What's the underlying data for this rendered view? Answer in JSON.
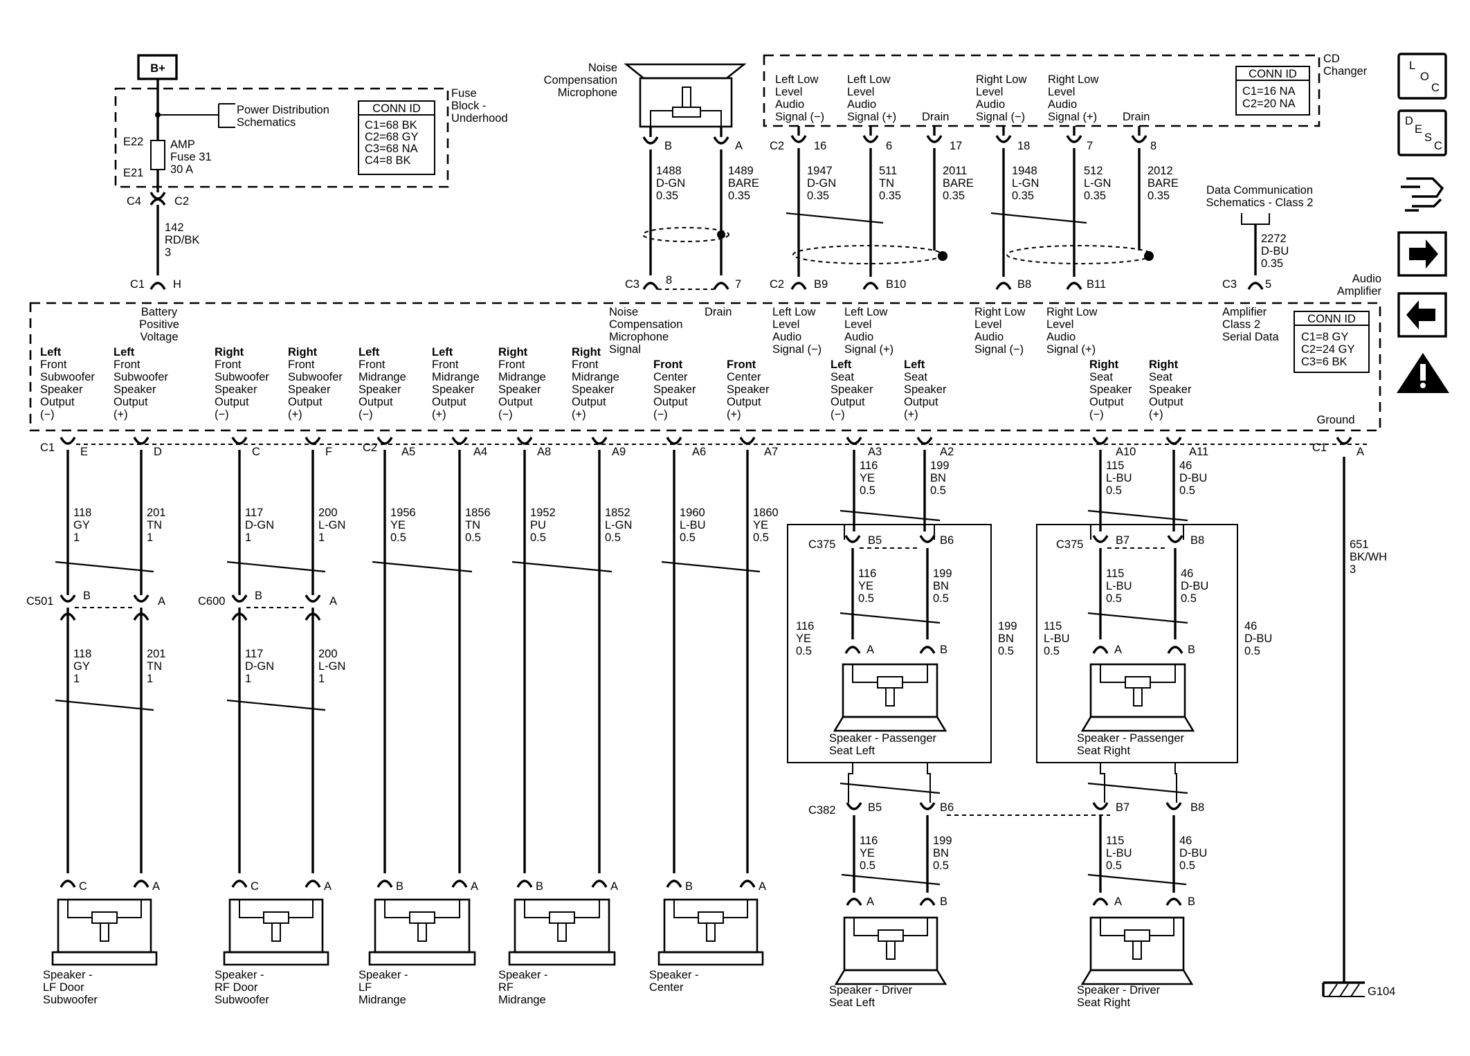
{
  "labels": {
    "bplus": "B+",
    "fuse_block": [
      "Fuse",
      "Block -",
      "Underhood"
    ],
    "power_dist": [
      "Power Distribution",
      "Schematics"
    ],
    "fuse_e22": "E22",
    "fuse_e21": "E21",
    "fuse_label": [
      "AMP",
      "Fuse 31",
      "30 A"
    ],
    "fuse_conn": {
      "title": "CONN ID",
      "lines": [
        "C1=68 BK",
        "C2=68 GY",
        "C3=68 NA",
        "C4=8 BK"
      ]
    },
    "c4": "C4",
    "c2": "C2",
    "wire142": [
      "142",
      "RD/BK",
      "3"
    ],
    "c1": "C1",
    "h": "H",
    "noise_mic": [
      "Noise",
      "Compensation",
      "Microphone"
    ],
    "mic_b": "B",
    "mic_a": "A",
    "w1488": [
      "1488",
      "D-GN",
      "0.35"
    ],
    "w1489": [
      "1489",
      "BARE",
      "0.35"
    ],
    "cd_changer": [
      "CD",
      "Changer"
    ],
    "cd_conn": {
      "title": "CONN ID",
      "lines": [
        "C1=16 NA",
        "C2=20 NA"
      ]
    },
    "cd_sig1": [
      "Left Low",
      "Level",
      "Audio",
      "Signal (−)"
    ],
    "cd_sig2": [
      "Left Low",
      "Level",
      "Audio",
      "Signal (+)"
    ],
    "drain": "Drain",
    "cd_sig3": [
      "Right Low",
      "Level",
      "Audio",
      "Signal (−)"
    ],
    "cd_sig4": [
      "Right Low",
      "Level",
      "Audio",
      "Signal (+)"
    ],
    "cd_pins": [
      "C2",
      "16",
      "6",
      "17",
      "18",
      "7",
      "8"
    ],
    "w1947": [
      "1947",
      "D-GN",
      "0.35"
    ],
    "w511": [
      "511",
      "TN",
      "0.35"
    ],
    "w2011": [
      "2011",
      "BARE",
      "0.35"
    ],
    "w1948": [
      "1948",
      "L-GN",
      "0.35"
    ],
    "w512": [
      "512",
      "L-GN",
      "0.35"
    ],
    "w2012": [
      "2012",
      "BARE",
      "0.35"
    ],
    "data_comm": [
      "Data Communication",
      "Schematics - Class 2"
    ],
    "w2272": [
      "2272",
      "D-BU",
      "0.35"
    ],
    "amp_pins_top": [
      "C3",
      "8",
      "7",
      "C2",
      "B9",
      "B10",
      "B8",
      "B11",
      "C3",
      "5"
    ],
    "audio_amp": [
      "Audio",
      "Amplifier"
    ],
    "amp_conn": {
      "title": "CONN ID",
      "lines": [
        "C1=8 GY",
        "C2=24 GY",
        "C3=6 BK"
      ]
    },
    "battery": [
      "Battery",
      "Positive",
      "Voltage"
    ],
    "noise_sig": [
      "Noise",
      "Compensation",
      "Microphone",
      "Signal"
    ],
    "amp_drain": "Drain",
    "amp_sig1": [
      "Left Low",
      "Level",
      "Audio",
      "Signal (−)"
    ],
    "amp_sig2": [
      "Left Low",
      "Level",
      "Audio",
      "Signal (+)"
    ],
    "amp_sig3": [
      "Right Low",
      "Level",
      "Audio",
      "Signal (−)"
    ],
    "amp_sig4": [
      "Right Low",
      "Level",
      "Audio",
      "Signal (+)"
    ],
    "amp_class2": [
      "Amplifier",
      "Class 2",
      "Serial Data"
    ],
    "outputs": [
      [
        "Left",
        "Front",
        "Subwoofer",
        "Speaker",
        "Output",
        "(−)"
      ],
      [
        "Left",
        "Front",
        "Subwoofer",
        "Speaker",
        "Output",
        "(+)"
      ],
      [
        "Right",
        "Front",
        "Subwoofer",
        "Speaker",
        "Output",
        "(−)"
      ],
      [
        "Right",
        "Front",
        "Subwoofer",
        "Speaker",
        "Output",
        "(+)"
      ],
      [
        "Left",
        "Front",
        "Midrange",
        "Speaker",
        "Output",
        "(−)"
      ],
      [
        "Left",
        "Front",
        "Midrange",
        "Speaker",
        "Output",
        "(+)"
      ],
      [
        "Right",
        "Front",
        "Midrange",
        "Speaker",
        "Output",
        "(−)"
      ],
      [
        "Right",
        "Front",
        "Midrange",
        "Speaker",
        "Output",
        "(+)"
      ],
      [
        "Front",
        "Center",
        "Speaker",
        "Output",
        "(−)"
      ],
      [
        "Front",
        "Center",
        "Speaker",
        "Output",
        "(+)"
      ],
      [
        "Left",
        "Seat",
        "Speaker",
        "Output",
        "(−)"
      ],
      [
        "Left",
        "Seat",
        "Speaker",
        "Output",
        "(+)"
      ],
      [
        "Right",
        "Seat",
        "Speaker",
        "Output",
        "(−)"
      ],
      [
        "Right",
        "Seat",
        "Speaker",
        "Output",
        "(+)"
      ]
    ],
    "ground": "Ground",
    "bottom_pins": [
      "C1",
      "E",
      "D",
      "C",
      "F",
      "C2",
      "A5",
      "A4",
      "A8",
      "A9",
      "A6",
      "A7",
      "A3",
      "A2",
      "A10",
      "A11",
      "C1",
      "A"
    ],
    "wires_mid": [
      [
        "118",
        "GY",
        "1"
      ],
      [
        "201",
        "TN",
        "1"
      ],
      [
        "117",
        "D-GN",
        "1"
      ],
      [
        "200",
        "L-GN",
        "1"
      ],
      [
        "1956",
        "YE",
        "0.5"
      ],
      [
        "1856",
        "TN",
        "0.5"
      ],
      [
        "1952",
        "PU",
        "0.5"
      ],
      [
        "1852",
        "L-GN",
        "0.5"
      ],
      [
        "1960",
        "L-BU",
        "0.5"
      ],
      [
        "1860",
        "YE",
        "0.5"
      ]
    ],
    "c501": "C501",
    "c600": "C600",
    "c501_b": "B",
    "c501_a": "A",
    "c600_b": "B",
    "c600_a": "A",
    "wires_low": [
      [
        "118",
        "GY",
        "1"
      ],
      [
        "201",
        "TN",
        "1"
      ],
      [
        "117",
        "D-GN",
        "1"
      ],
      [
        "200",
        "L-GN",
        "1"
      ]
    ],
    "seat_top": [
      [
        "116",
        "YE",
        "0.5"
      ],
      [
        "199",
        "BN",
        "0.5"
      ],
      [
        "115",
        "L-BU",
        "0.5"
      ],
      [
        "46",
        "D-BU",
        "0.5"
      ]
    ],
    "c375": "C375",
    "c375_pins": [
      "B5",
      "B6",
      "B7",
      "B8"
    ],
    "seat_mid": [
      [
        "116",
        "YE",
        "0.5"
      ],
      [
        "199",
        "BN",
        "0.5"
      ],
      [
        "115",
        "L-BU",
        "0.5"
      ],
      [
        "46",
        "D-BU",
        "0.5"
      ]
    ],
    "seat_outer": [
      [
        "116",
        "YE",
        "0.5"
      ],
      [
        "199",
        "BN",
        "0.5"
      ],
      [
        "115",
        "L-BU",
        "0.5"
      ],
      [
        "46",
        "D-BU",
        "0.5"
      ]
    ],
    "pin_a": "A",
    "pin_b": "B",
    "pin_c": "C",
    "spk_pass_left": [
      "Speaker - Passenger",
      "Seat Left"
    ],
    "spk_pass_right": [
      "Speaker - Passenger",
      "Seat Right"
    ],
    "c382": "C382",
    "c382_pins": [
      "B5",
      "B6",
      "B7",
      "B8"
    ],
    "seat_low": [
      [
        "116",
        "YE",
        "0.5"
      ],
      [
        "199",
        "BN",
        "0.5"
      ],
      [
        "115",
        "L-BU",
        "0.5"
      ],
      [
        "46",
        "D-BU",
        "0.5"
      ]
    ],
    "spk_driver_left": [
      "Speaker - Driver",
      "Seat Left"
    ],
    "spk_driver_right": [
      "Speaker - Driver",
      "Seat Right"
    ],
    "w651": [
      "651",
      "BK/WH",
      "3"
    ],
    "g104": "G104",
    "spk_lf_sub": [
      "Speaker -",
      "LF Door",
      "Subwoofer"
    ],
    "spk_rf_sub": [
      "Speaker -",
      "RF Door",
      "Subwoofer"
    ],
    "spk_lf_mid": [
      "Speaker -",
      "LF",
      "Midrange"
    ],
    "spk_rf_mid": [
      "Speaker -",
      "RF",
      "Midrange"
    ],
    "spk_center": [
      "Speaker -",
      "Center"
    ],
    "icons": [
      "loc-icon",
      "desc-icon",
      "connector-icon",
      "next-arrow-icon",
      "prev-arrow-icon",
      "warning-icon"
    ],
    "loc_letters": [
      "L",
      "O",
      "C"
    ],
    "desc_letters": [
      "D",
      "E",
      "S",
      "C"
    ]
  }
}
